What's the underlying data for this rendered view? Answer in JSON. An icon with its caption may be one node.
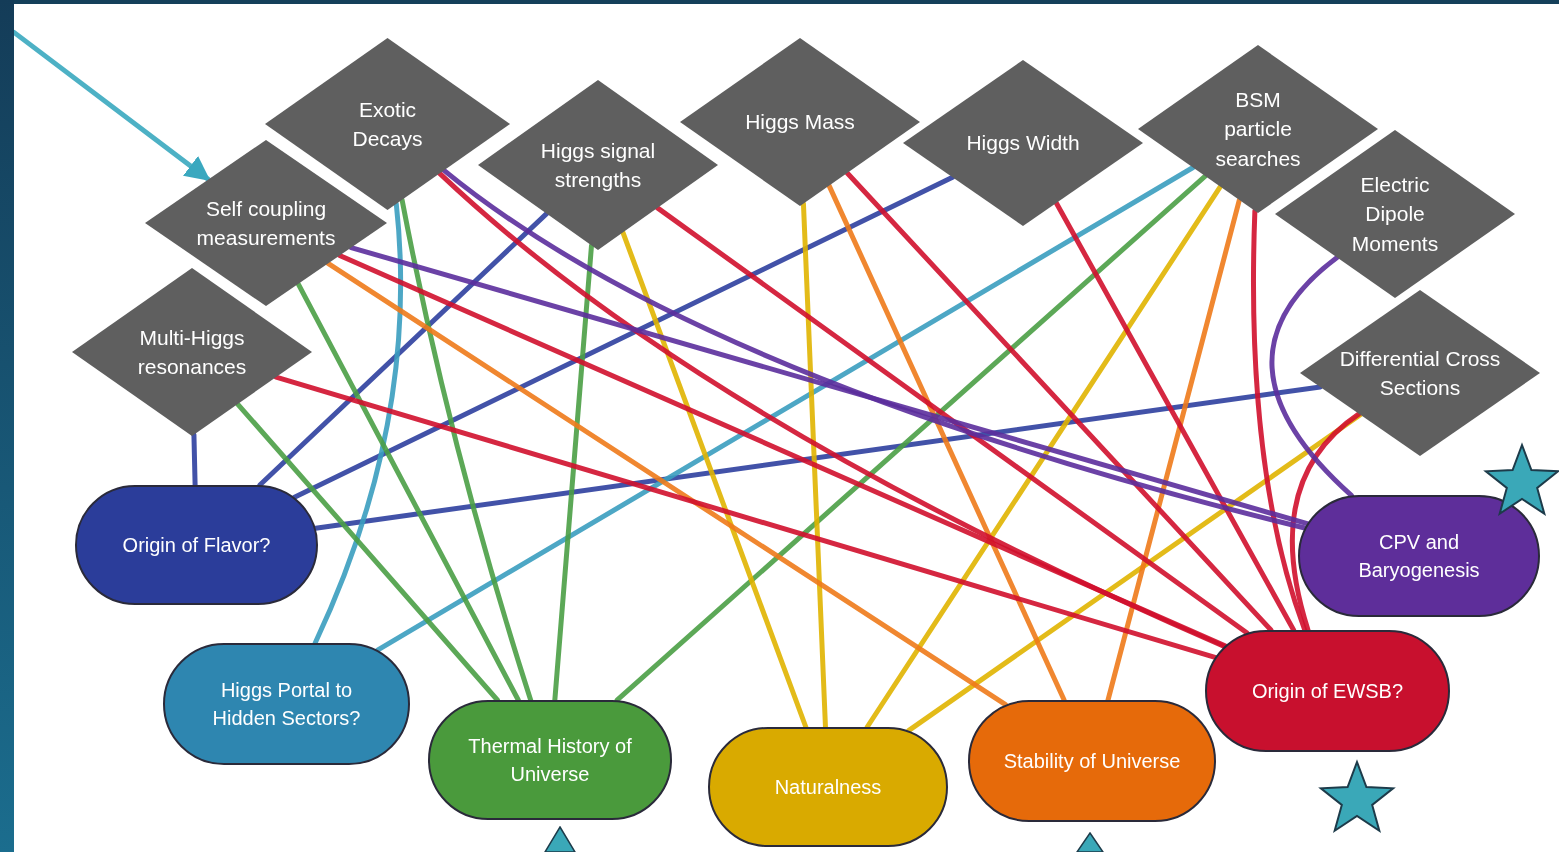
{
  "diagram": {
    "nodes": [
      {
        "text": [
          "Exotic Decays"
        ]
      },
      {
        "text": [
          "Self coupling measurements"
        ]
      },
      {
        "text": [
          "Higgs signal strengths"
        ]
      },
      {
        "text": [
          "Higgs Mass"
        ]
      },
      {
        "text": [
          "Higgs Width"
        ]
      },
      {
        "text": [
          "BSM particle searches"
        ]
      },
      {
        "text": [
          "Electric Dipole Moments"
        ]
      },
      {
        "text": [
          "Multi-Higgs resonances"
        ]
      },
      {
        "text": [
          "Differential Cross Sections"
        ]
      },
      {
        "text": [
          "Origin of Flavor?"
        ]
      },
      {
        "text": [
          "Higgs Portal to Hidden Sectors?"
        ]
      },
      {
        "text": [
          "Thermal History of Universe"
        ]
      },
      {
        "text": [
          "Naturalness"
        ]
      },
      {
        "text": [
          "Stability of Universe"
        ]
      },
      {
        "text": [
          "Origin of EWSB?"
        ]
      },
      {
        "text": [
          "CPV and Baryogenesis"
        ]
      },
      {
        "text": [],
        "shape": "star"
      },
      {
        "text": [],
        "shape": "star"
      },
      {
        "text": [],
        "shape": "triangle"
      },
      {
        "text": [],
        "shape": "triangle"
      },
      {
        "text": [],
        "shape": "bar"
      }
    ],
    "edges": [
      {
        "from": 7,
        "to": 9,
        "arrow": "none",
        "color": "#2e3f9e"
      },
      {
        "from": 2,
        "to": 9,
        "arrow": "none",
        "color": "#2e3f9e"
      },
      {
        "from": 4,
        "to": 9,
        "arrow": "none",
        "color": "#2e3f9e"
      },
      {
        "from": 8,
        "to": 9,
        "arrow": "none",
        "color": "#2e3f9e"
      },
      {
        "from": 0,
        "to": 10,
        "arrow": "none",
        "color": "#3a9dbf"
      },
      {
        "from": 5,
        "to": 10,
        "arrow": "none",
        "color": "#3a9dbf"
      },
      {
        "from": 1,
        "to": 11,
        "arrow": "none",
        "color": "#4a9f45"
      },
      {
        "from": 7,
        "to": 11,
        "arrow": "none",
        "color": "#4a9f45"
      },
      {
        "from": 0,
        "to": 11,
        "arrow": "none",
        "color": "#4a9f45"
      },
      {
        "from": 2,
        "to": 11,
        "arrow": "none",
        "color": "#4a9f45"
      },
      {
        "from": 5,
        "to": 11,
        "arrow": "none",
        "color": "#4a9f45"
      },
      {
        "from": 2,
        "to": 12,
        "arrow": "none",
        "color": "#e0b400"
      },
      {
        "from": 3,
        "to": 12,
        "arrow": "none",
        "color": "#e0b400"
      },
      {
        "from": 5,
        "to": 12,
        "arrow": "none",
        "color": "#e0b400"
      },
      {
        "from": 8,
        "to": 12,
        "arrow": "none",
        "color": "#e0b400"
      },
      {
        "from": 1,
        "to": 13,
        "arrow": "none",
        "color": "#ee7a1a"
      },
      {
        "from": 3,
        "to": 13,
        "arrow": "none",
        "color": "#ee7a1a"
      },
      {
        "from": 5,
        "to": 13,
        "arrow": "none",
        "color": "#ee7a1a"
      },
      {
        "from": 0,
        "to": 14,
        "arrow": "none",
        "color": "#d0102c"
      },
      {
        "from": 1,
        "to": 14,
        "arrow": "none",
        "color": "#d0102c"
      },
      {
        "from": 7,
        "to": 14,
        "arrow": "none",
        "color": "#d0102c"
      },
      {
        "from": 2,
        "to": 14,
        "arrow": "none",
        "color": "#d0102c"
      },
      {
        "from": 3,
        "to": 14,
        "arrow": "none",
        "color": "#d0102c"
      },
      {
        "from": 4,
        "to": 14,
        "arrow": "none",
        "color": "#d0102c"
      },
      {
        "from": 5,
        "to": 14,
        "arrow": "none",
        "color": "#d0102c"
      },
      {
        "from": 8,
        "to": 14,
        "arrow": "none",
        "color": "#d0102c"
      },
      {
        "from": 1,
        "to": 15,
        "arrow": "none",
        "color": "#5b2d9c"
      },
      {
        "from": 0,
        "to": 15,
        "arrow": "none",
        "color": "#5b2d9c"
      },
      {
        "from": 6,
        "to": 15,
        "arrow": "none",
        "color": "#5b2d9c"
      },
      {
        "from": 20,
        "to": 1,
        "arrow": "to",
        "color": "#3aa8bf"
      }
    ]
  }
}
